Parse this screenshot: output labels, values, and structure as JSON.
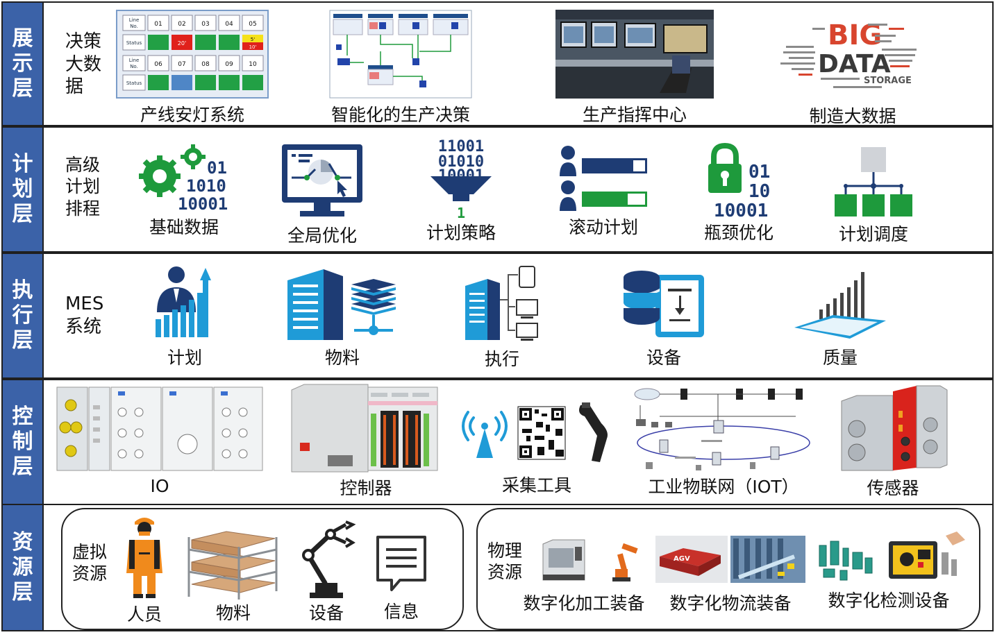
{
  "colors": {
    "layer_label_bg": "#3b62a8",
    "green": "#1e9a3c",
    "navy": "#1e3c74",
    "blue": "#1f9bd7"
  },
  "layers": [
    {
      "label": "展示层",
      "category": "决策大数据",
      "items": [
        {
          "label": "产线安灯系统",
          "icon": "andon-board-image"
        },
        {
          "label": "智能化的生产决策",
          "icon": "decision-flow-image"
        },
        {
          "label": "生产指挥中心",
          "icon": "control-room-image"
        },
        {
          "label": "制造大数据",
          "icon": "big-data-word-cloud"
        }
      ],
      "andon": {
        "row1_label": "Line No.",
        "row1_cells": [
          "01",
          "02",
          "03",
          "04",
          "05"
        ],
        "row2_label": "Status",
        "row2_texts": [
          "",
          "20'",
          "",
          "",
          "5'",
          "10'"
        ],
        "row3_label": "Line No.",
        "row3_cells": [
          "06",
          "07",
          "08",
          "09",
          "10"
        ],
        "row4_label": "Status"
      },
      "bigdata": {
        "big": "BIG",
        "data": "DATA",
        "storage": "STORAGE"
      }
    },
    {
      "label": "计划层",
      "category": "高级计划排程",
      "items": [
        {
          "label": "基础数据",
          "icon": "gears-binary-icon"
        },
        {
          "label": "全局优化",
          "icon": "monitor-optimize-icon"
        },
        {
          "label": "计划策略",
          "icon": "binary-funnel-icon"
        },
        {
          "label": "滚动计划",
          "icon": "user-progress-icon"
        },
        {
          "label": "瓶颈优化",
          "icon": "lock-binary-icon"
        },
        {
          "label": "计划调度",
          "icon": "hierarchy-icon"
        }
      ],
      "binary": {
        "gears": [
          "01",
          "1010",
          "10001"
        ],
        "funnel": [
          "11001",
          "01010",
          "10001",
          "1"
        ],
        "lock": [
          "01",
          "10",
          "10001"
        ]
      }
    },
    {
      "label": "执行层",
      "category": "MES系统",
      "items": [
        {
          "label": "计划",
          "icon": "businessman-growth-icon"
        },
        {
          "label": "物料",
          "icon": "building-server-icon"
        },
        {
          "label": "执行",
          "icon": "building-devices-icon"
        },
        {
          "label": "设备",
          "icon": "database-tablet-icon"
        },
        {
          "label": "质量",
          "icon": "tablet-chart-icon"
        }
      ]
    },
    {
      "label": "控制层",
      "items": [
        {
          "label": "IO",
          "icon": "io-modules-image"
        },
        {
          "label": "控制器",
          "icon": "plc-controller-image"
        },
        {
          "label": "采集工具",
          "icon": "antenna-qr-scanner-icon"
        },
        {
          "label": "工业物联网（IOT）",
          "icon": "iot-network-image"
        },
        {
          "label": "传感器",
          "icon": "sensor-module-image"
        }
      ]
    },
    {
      "label": "资源层",
      "groups": [
        {
          "category": "虚拟资源",
          "items": [
            {
              "label": "人员",
              "icon": "worker-icon"
            },
            {
              "label": "物料",
              "icon": "rack-boxes-image"
            },
            {
              "label": "设备",
              "icon": "robot-arm-icon"
            },
            {
              "label": "信息",
              "icon": "message-icon"
            }
          ]
        },
        {
          "category": "物理资源",
          "items": [
            {
              "label": "数字化加工装备",
              "icon": "cnc-robot-image"
            },
            {
              "label": "数字化物流装备",
              "icon": "agv-warehouse-image"
            },
            {
              "label": "数字化检测设备",
              "icon": "sensors-image"
            }
          ]
        }
      ]
    }
  ]
}
